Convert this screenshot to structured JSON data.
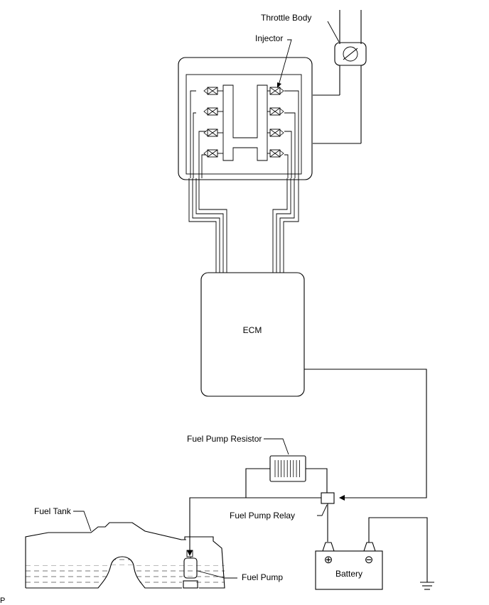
{
  "labels": {
    "throttle_body": "Throttle Body",
    "injector": "Injector",
    "ecm": "ECM",
    "fuel_pump_resistor": "Fuel Pump Resistor",
    "fuel_pump_relay": "Fuel Pump Relay",
    "fuel_tank": "Fuel Tank",
    "fuel_pump": "Fuel Pump",
    "battery": "Battery",
    "corner_mark": "P"
  },
  "battery_terminals": {
    "positive": "⊕",
    "negative": "⊖"
  },
  "injector_count": 8
}
